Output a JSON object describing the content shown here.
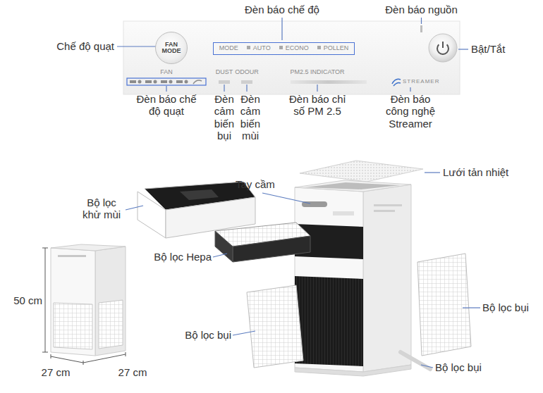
{
  "diagram": {
    "nodes": [
      {
        "text": [
          "FAN MODE"
        ]
      },
      {
        "text": [
          "MODE",
          "AUTO",
          "ECONO",
          "POLLEN"
        ]
      }
    ],
    "labels": [
      "Đèn báo chế độ",
      "Đèn báo nguồn",
      "Chế độ quạt",
      "Bật/Tắt",
      "FAN",
      "DUST",
      "ODOUR",
      "PM2.5 INDICATOR",
      "STREAMER",
      "Đèn báo chế độ quạt",
      "Đèn cảm biến bụi",
      "Đèn cảm biến mùi",
      "Đèn báo chỉ số PM 2.5",
      "Đèn báo công nghệ Streamer",
      "Lưới tản nhiệt",
      "Tay cầm",
      "Bộ lọc khử mùi",
      "Bộ lọc Hepa",
      "50 cm",
      "27 cm",
      "27 cm",
      "Bộ lọc bụi",
      "Bộ lọc bụi",
      "Bộ lọc bụi"
    ]
  }
}
